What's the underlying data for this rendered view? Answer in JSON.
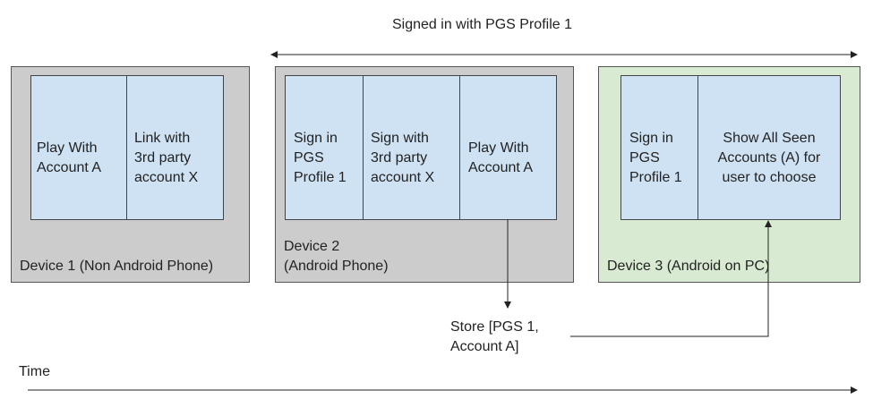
{
  "header": {
    "signed_in_label": "Signed in with PGS Profile 1"
  },
  "devices": {
    "device1": {
      "label": "Device 1 (Non Android Phone)",
      "cells": [
        "Play With\nAccount A",
        "Link with\n3rd party\naccount X"
      ]
    },
    "device2": {
      "label": "Device 2\n(Android Phone)",
      "cells": [
        "Sign in\nPGS\nProfile 1",
        "Sign with\n3rd party\naccount X",
        "Play With\nAccount A"
      ]
    },
    "device3": {
      "label": "Device 3 (Android on PC)",
      "cells": [
        "Sign in\nPGS\nProfile 1",
        "Show All Seen\nAccounts (A) for\nuser to choose"
      ]
    }
  },
  "store": {
    "label": "Store [PGS  1,\nAccount A]"
  },
  "timeline": {
    "label": "Time"
  },
  "colors": {
    "gray_box": "#cccccc",
    "green_box": "#d9ead3",
    "cell_blue": "#cfe2f3",
    "line": "#222222"
  }
}
